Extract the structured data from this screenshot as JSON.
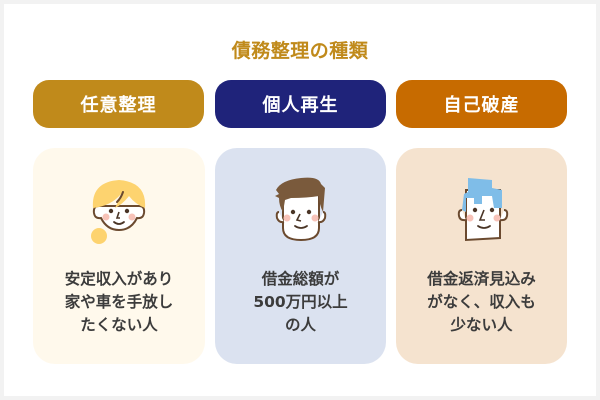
{
  "title": {
    "text": "債務整理の種類",
    "color": "#c08a1b"
  },
  "columns": [
    {
      "label": "任意整理",
      "pill_color": "#c08a1b",
      "card_color": "#fff9ec",
      "icon": "woman-face-icon",
      "lines": [
        "安定収入があり",
        "家や車を手放し",
        "たくない人"
      ]
    },
    {
      "label": "個人再生",
      "pill_color": "#1f237a",
      "card_color": "#dbe2f0",
      "icon": "man-brown-hair-face-icon",
      "lines": [
        "借金総額が",
        "500万円以上",
        "の人"
      ]
    },
    {
      "label": "自己破産",
      "pill_color": "#c76b00",
      "card_color": "#f5e3cf",
      "icon": "man-blue-hair-face-icon",
      "lines": [
        "借金返済見込み",
        "がなく、収入も",
        "少ない人"
      ]
    }
  ]
}
